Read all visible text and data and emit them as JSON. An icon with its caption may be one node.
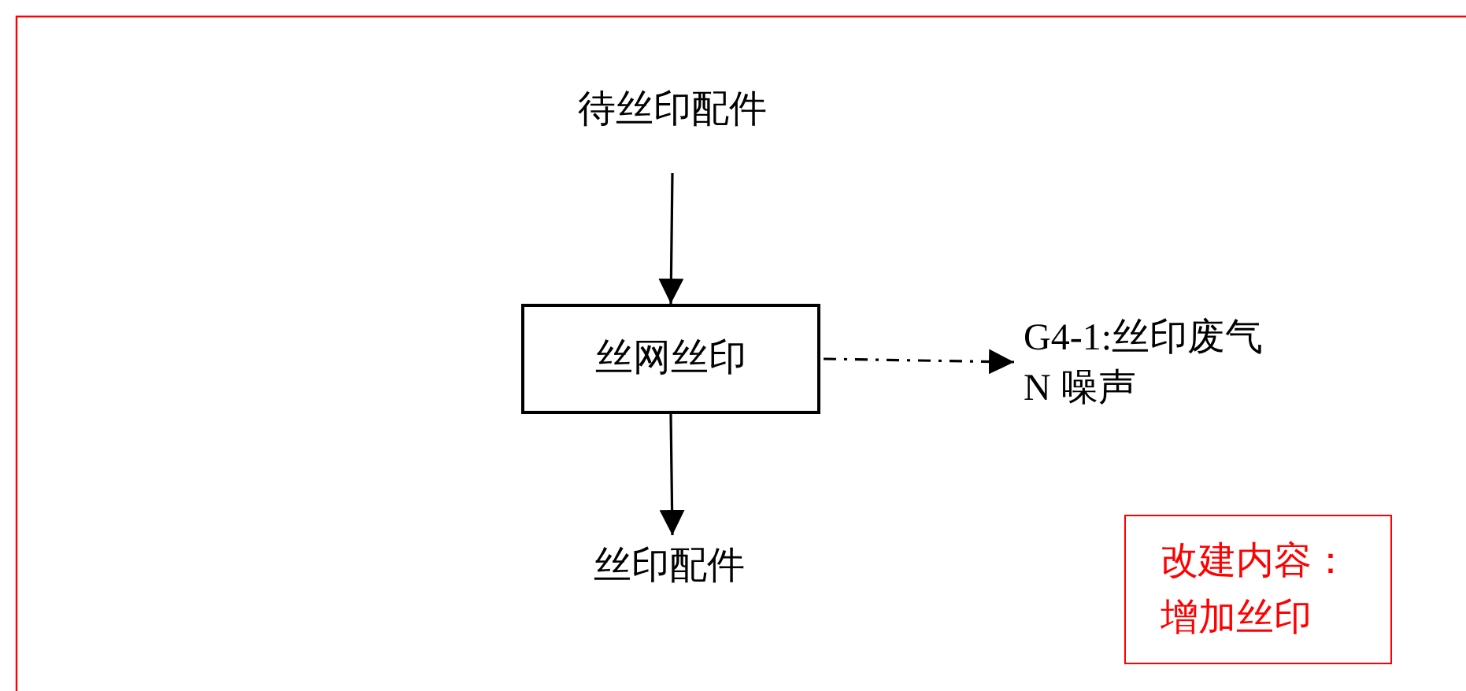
{
  "diagram": {
    "nodes": [
      {
        "text": [
          "待丝印配件"
        ]
      },
      {
        "text": [
          "丝网丝印"
        ]
      },
      {
        "text": [
          "G4-1:丝印废气",
          "N 噪声"
        ]
      },
      {
        "text": [
          "丝印配件"
        ]
      },
      {
        "text": [
          "改建内容：增加丝印"
        ]
      }
    ],
    "edges": [
      {
        "from": 0,
        "to": 1,
        "arrow": "to"
      },
      {
        "from": 1,
        "to": 2,
        "arrow": "to",
        "style": "dashed"
      },
      {
        "from": 1,
        "to": 3,
        "arrow": "to"
      }
    ]
  }
}
